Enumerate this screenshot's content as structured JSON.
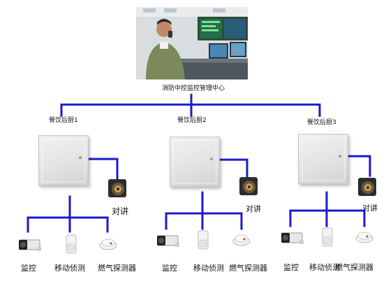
{
  "center": {
    "label": "消防中控监控管理中心"
  },
  "kitchens": [
    {
      "label": "餐饮后厨1",
      "intercom": "对讲",
      "devices": [
        "监控",
        "移动侦测",
        "燃气探测器"
      ]
    },
    {
      "label": "餐饮后厨2",
      "intercom": "对讲",
      "devices": [
        "监控",
        "移动侦测",
        "燃气探测器"
      ]
    },
    {
      "label": "餐饮后厨3",
      "intercom": "对讲",
      "devices": [
        "监控",
        "移动侦测",
        "燃气探测器"
      ]
    }
  ],
  "colors": {
    "wire": "#1a1acc"
  },
  "icons": [
    "monitoring-center-photo",
    "control-box",
    "intercom-speaker",
    "camera-icon",
    "motion-sensor-icon",
    "gas-detector-icon"
  ]
}
